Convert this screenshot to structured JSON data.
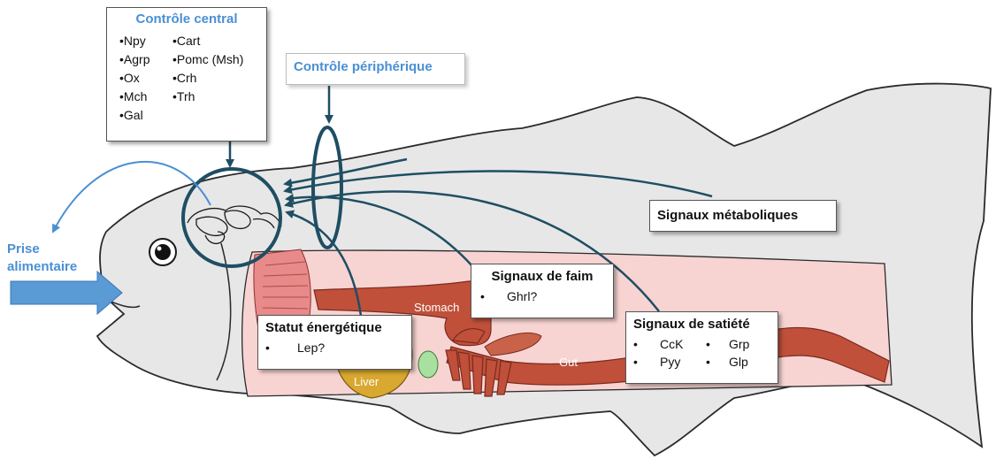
{
  "central_control": {
    "title": "Contrôle central",
    "left_items": [
      "Npy",
      "Agrp",
      "Ox",
      "Mch",
      "Gal"
    ],
    "right_items": [
      "Cart",
      "Pomc (Msh)",
      "Crh",
      "Trh"
    ],
    "bullet": "•"
  },
  "peripheral_control": {
    "title": "Contrôle périphérique"
  },
  "food_intake": {
    "line1": "Prise",
    "line2": "alimentaire"
  },
  "metabolic_signals": {
    "title": "Signaux métaboliques"
  },
  "hunger_signals": {
    "title": "Signaux de faim",
    "items": [
      "Ghrl?"
    ]
  },
  "energy_status": {
    "title": "Statut énergétique",
    "items": [
      "Lep?"
    ]
  },
  "satiety_signals": {
    "title": "Signaux de satiété",
    "items": [
      [
        "CcK",
        "Grp"
      ],
      [
        "Pyy",
        "Glp"
      ]
    ]
  },
  "organs": {
    "stomach": "Stomach",
    "gut": "Gut",
    "liver": "Liver"
  },
  "colors": {
    "accent_blue": "#4a8fd4",
    "nerve_dark": "#1f4e63",
    "gut_red": "#c0503a",
    "liver_gold": "#d9a830",
    "body_pink": "#f7d4d2"
  }
}
